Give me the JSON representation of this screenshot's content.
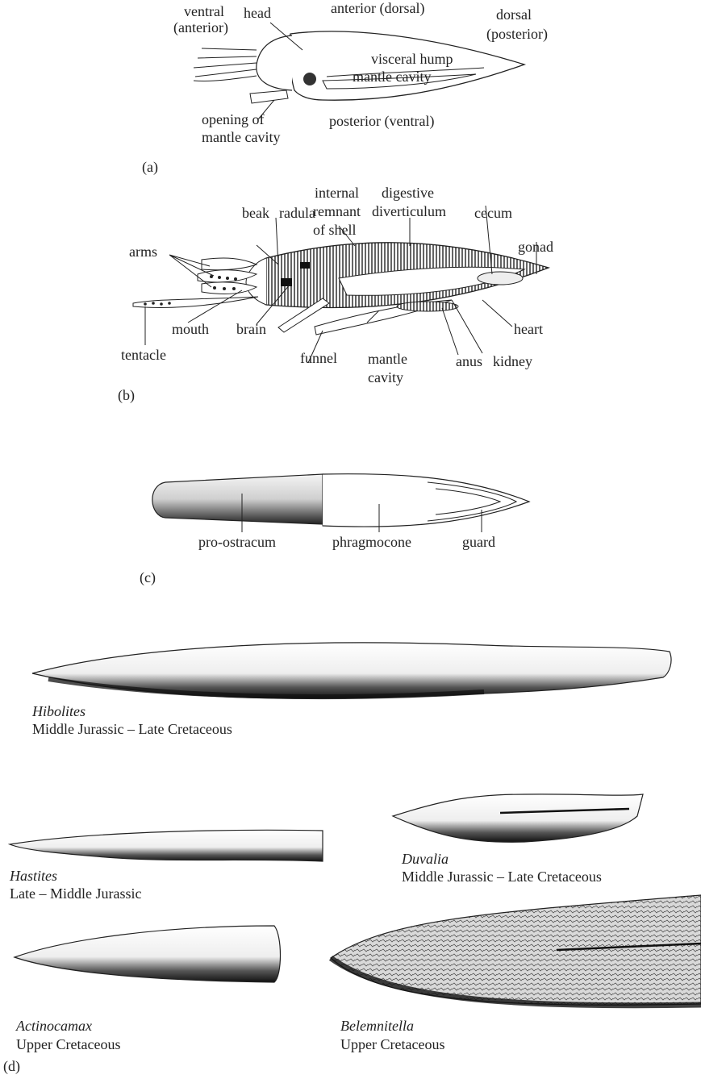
{
  "panel_a": {
    "letter": "(a)",
    "labels": {
      "ventral_anterior_1": "ventral",
      "ventral_anterior_2": "(anterior)",
      "head": "head",
      "anterior_dorsal": "anterior (dorsal)",
      "dorsal_posterior_1": "dorsal",
      "dorsal_posterior_2": "(posterior)",
      "visceral_hump": "visceral hump",
      "mantle_cavity": "mantle cavity",
      "opening_1": "opening of",
      "opening_2": "mantle cavity",
      "posterior_ventral": "posterior (ventral)"
    }
  },
  "panel_b": {
    "letter": "(b)",
    "labels": {
      "internal_1": "internal",
      "internal_2": "remnant",
      "internal_3": "of shell",
      "digestive_1": "digestive",
      "digestive_2": "diverticulum",
      "beak": "beak",
      "radula": "radula",
      "cecum": "cecum",
      "gonad": "gonad",
      "arms": "arms",
      "mouth": "mouth",
      "brain": "brain",
      "heart": "heart",
      "tentacle": "tentacle",
      "funnel": "funnel",
      "mantle_cavity_1": "mantle",
      "mantle_cavity_2": "cavity",
      "anus": "anus",
      "kidney": "kidney"
    }
  },
  "panel_c": {
    "letter": "(c)",
    "labels": {
      "pro_ostracum": "pro-ostracum",
      "phragmocone": "phragmocone",
      "guard": "guard"
    }
  },
  "panel_d": {
    "letter": "(d)",
    "fossils": [
      {
        "genus": "Hibolites",
        "range": "Middle Jurassic – Late Cretaceous"
      },
      {
        "genus": "Hastites",
        "range": "Late – Middle Jurassic"
      },
      {
        "genus": "Duvalia",
        "range": "Middle Jurassic – Late Cretaceous"
      },
      {
        "genus": "Actinocamax",
        "range": "Upper Cretaceous"
      },
      {
        "genus": "Belemnitella",
        "range": "Upper Cretaceous"
      }
    ]
  }
}
